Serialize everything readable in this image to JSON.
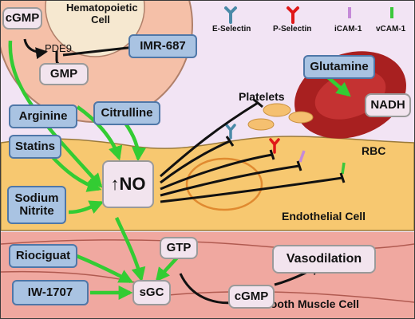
{
  "cell_labels": {
    "hematopoietic_cell": "Hematopoietic\nCell",
    "platelets": "Platelets",
    "rbc": "RBC",
    "endothelial_cell": "Endothelial Cell",
    "smooth_muscle_cell": "Smooth Muscle Cell"
  },
  "molecules": {
    "pde9": "PDE9",
    "cgmp_top": "cGMP",
    "gmp": "GMP",
    "no": "↑NO",
    "nadh": "NADH",
    "gtp": "GTP",
    "sgc": "sGC",
    "cgmp_bottom": "cGMP",
    "vasodilation": "Vasodilation"
  },
  "agents": {
    "imr_687": "IMR-687",
    "glutamine": "Glutamine",
    "arginine": "Arginine",
    "citrulline": "Citrulline",
    "statins": "Statins",
    "sodium_nitrite": "Sodium\nNitrite",
    "riociguat": "Riociguat",
    "iw_1707": "IW-1707"
  },
  "legend": [
    {
      "label": "E-Selectin",
      "color": "#4a8aa8",
      "icon": "y-shape-icon"
    },
    {
      "label": "P-Selectin",
      "color": "#e01818",
      "icon": "y-shape-icon"
    },
    {
      "label": "iCAM-1",
      "color": "#c58ad8",
      "icon": "bar-icon"
    },
    {
      "label": "vCAM-1",
      "color": "#3bc83b",
      "icon": "bar-icon"
    }
  ],
  "colors": {
    "activation_arrow": "#33cc33",
    "inhibition_line": "#111111",
    "blue_box": "#a9c3e2",
    "pink_box": "#f2e4ee",
    "endothelium": "#f7c870",
    "smooth_muscle": "#f0a8a0"
  }
}
